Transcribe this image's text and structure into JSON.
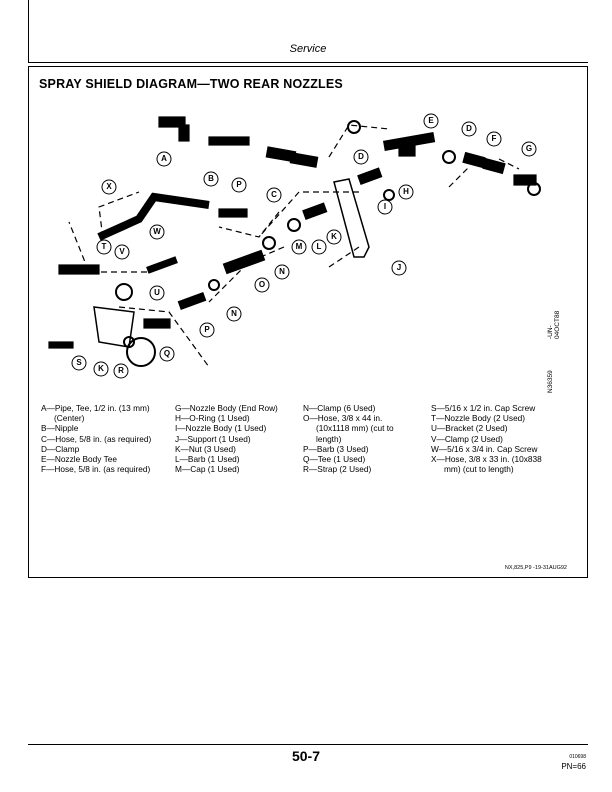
{
  "header": {
    "section": "Service"
  },
  "figure": {
    "title": "SPRAY SHIELD DIAGRAM—TWO REAR NOZZLES",
    "side_label_1": "-UN-04OCT88",
    "side_label_2": "N36359",
    "reference": "NX,825,P9     -19-31AUG92",
    "callouts": [
      "A",
      "B",
      "C",
      "D",
      "E",
      "D",
      "F",
      "G",
      "X",
      "P",
      "H",
      "I",
      "T",
      "V",
      "W",
      "J",
      "M",
      "K",
      "L",
      "N",
      "U",
      "O",
      "N",
      "P",
      "S",
      "K",
      "R",
      "Q"
    ]
  },
  "legend": {
    "col1": [
      "A—Pipe, Tee, 1/2 in. (13 mm)",
      "(Center)",
      "B—Nipple",
      "C—Hose, 5/8 in. (as required)",
      "D—Clamp",
      "E—Nozzle Body Tee",
      "F—Hose, 5/8 in. (as required)"
    ],
    "col2": [
      "G—Nozzle Body (End Row)",
      "H—O-Ring (1 Used)",
      "I—Nozzle Body (1 Used)",
      "J—Support (1 Used)",
      "K—Nut (3 Used)",
      "L—Barb (1 Used)",
      "M—Cap (1 Used)"
    ],
    "col3": [
      "N—Clamp (6 Used)",
      "O—Hose, 3/8 x 44 in.",
      "(10x1118 mm) (cut to",
      "length)",
      "P—Barb (3 Used)",
      "Q—Tee (1 Used)",
      "R—Strap (2 Used)"
    ],
    "col4": [
      "S—5/16 x 1/2 in. Cap Screw",
      "T—Nozzle Body (2 Used)",
      "U—Bracket (2 Used)",
      "V—Clamp (2 Used)",
      "W—5/16 x 3/4 in. Cap Screw",
      "X—Hose, 3/8 x 33 in. (10x838",
      "mm) (cut to length)"
    ]
  },
  "footer": {
    "page": "50-7",
    "code": "010698",
    "pn": "PN=66"
  }
}
